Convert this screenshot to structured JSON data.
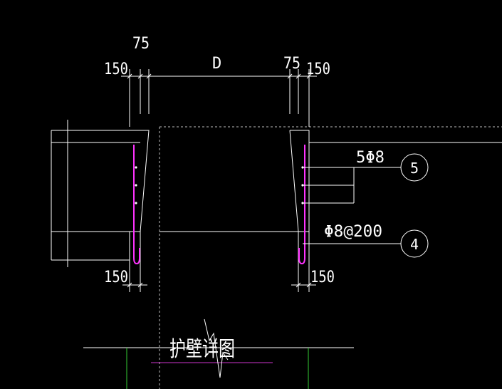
{
  "drawing": {
    "background": "#000000",
    "line_color": "#ffffff",
    "rebar_color": "#ff33ff",
    "dashed_color": "#cccccc",
    "ground_line_color": "#33cc33",
    "title": "护壁详图",
    "dims": {
      "top_left_outer": "150",
      "top_left_inner": "75",
      "top_center": "D",
      "top_right_inner": "75",
      "top_right_outer": "150",
      "bottom_left": "150",
      "bottom_right": "150"
    },
    "callouts": [
      {
        "number": "5",
        "label": "5Φ8"
      },
      {
        "number": "4",
        "label": "Φ8@200"
      }
    ]
  }
}
